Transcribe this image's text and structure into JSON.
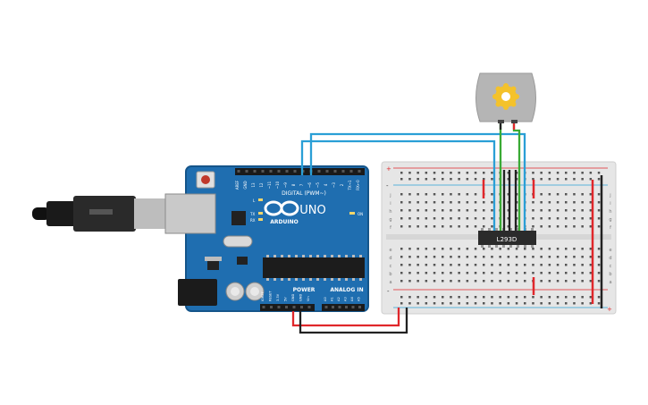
{
  "board": {
    "brand": "ARDUINO",
    "model": "UNO",
    "digital_header_label": "DIGITAL (PWM~)",
    "power_header_label": "POWER",
    "analog_header_label": "ANALOG IN",
    "on_led_label": "ON",
    "l_led_label": "L",
    "tx_led_label": "TX",
    "rx_led_label": "RX",
    "digital_pins": [
      "AREF",
      "GND",
      "13",
      "12",
      "~11",
      "~10",
      "~9",
      "8",
      "7",
      "~6",
      "~5",
      "4",
      "~3",
      "2",
      "TX→1",
      "RX←0"
    ],
    "power_pins": [
      "IOREF",
      "RESET",
      "3.3V",
      "5V",
      "GND",
      "GND",
      "Vin"
    ],
    "analog_pins": [
      "A0",
      "A1",
      "A2",
      "A3",
      "A4",
      "A5"
    ]
  },
  "chip": {
    "label": "L293D"
  },
  "breadboard": {
    "row_letters_top": [
      "j",
      "i",
      "h",
      "g",
      "f"
    ],
    "row_letters_bottom": [
      "e",
      "d",
      "c",
      "b",
      "a"
    ],
    "rail_plus": "+",
    "rail_minus": "-"
  },
  "colors": {
    "board_blue": "#1f6eb0",
    "board_blue_dark": "#15558a",
    "wire_blue": "#2a9fd6",
    "wire_red": "#e0272b",
    "wire_black": "#222222",
    "wire_green": "#3aaa35",
    "motor_body": "#b5b5b5",
    "motor_gear": "#f4c22b",
    "breadboard": "#e6e6e6"
  },
  "icons": [
    "usb-plug-icon",
    "motor-gear-icon",
    "arduino-infinity-logo-icon"
  ]
}
